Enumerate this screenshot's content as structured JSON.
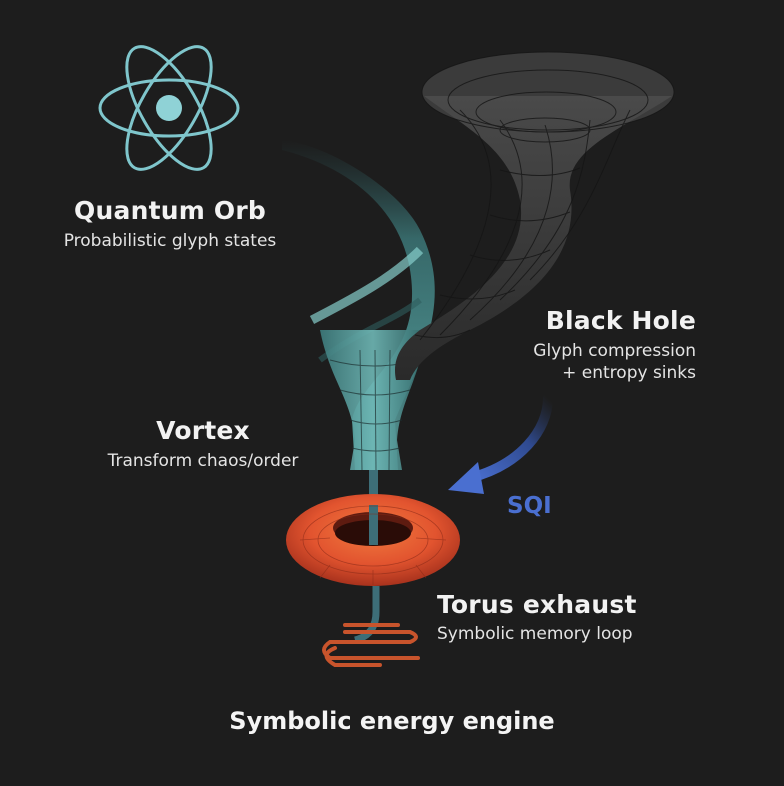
{
  "colors": {
    "background": "#1d1d1d",
    "orb": "#7fc6cc",
    "vortex_teal": "#5fa9a8",
    "black_hole_grid": "#3a3a3a",
    "torus": "#e2542f",
    "coil": "#c8542c",
    "sqi_arrow": "#3f62b8"
  },
  "icons": [
    "atom-icon",
    "black-hole-funnel",
    "vortex-ribbon",
    "torus-ring",
    "coil-loop",
    "sqi-arrow"
  ],
  "quantum_orb": {
    "title": "Quantum Orb",
    "subtitle": "Probabilistic glyph states"
  },
  "black_hole": {
    "title": "Black Hole",
    "line1": "Glyph compression",
    "line2": "+ entropy sinks"
  },
  "vortex": {
    "title": "Vortex",
    "subtitle": "Transform chaos/order"
  },
  "sqi": {
    "label": "SQI"
  },
  "torus": {
    "title": "Torus exhaust",
    "subtitle": "Symbolic memory loop"
  },
  "footer": {
    "title": "Symbolic energy engine"
  }
}
